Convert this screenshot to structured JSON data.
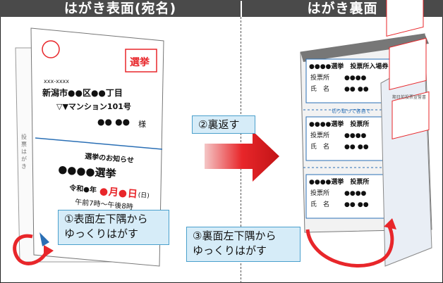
{
  "headers": {
    "front": "はがき表面(宛名)",
    "back": "はがき裏面"
  },
  "front": {
    "stamp": "選挙",
    "postal": "xxx-xxxx",
    "address1": "新潟市●●区●●丁目",
    "address2": "▽▼マンション101号",
    "name": "●● ●●",
    "sama": "様",
    "notice_title": "選挙のお知らせ",
    "election": "●●●●選挙",
    "date_prefix": "令和●年",
    "date_month_num": "●",
    "date_month": "月",
    "date_day_num": "●",
    "date_day": "日",
    "date_suffix": "(日)",
    "hours": "午前7時～午後8時",
    "side_text": "投 票 は が き"
  },
  "back": {
    "ticket_title": "●●●●選挙　投票所入場券",
    "place_label": "投票所",
    "place_value": "●●●●",
    "name_label": "氏　名",
    "name_value": "●● ●●",
    "cut_text": "切り取って各自で",
    "ticket_title_short": "●●●●選挙　投票所",
    "side_label": "期日前投票宣誓書"
  },
  "callouts": {
    "step1_line1": "①表面左下隅から",
    "step1_line2": "ゆっくりはがす",
    "step2": "②裏返す",
    "step3_line1": "③裏面左下隅から",
    "step3_line2": "ゆっくりはがす"
  },
  "colors": {
    "red": "#e8262a",
    "blue": "#2a6fb5",
    "header": "#4a4a4a",
    "callout_bg": "#d6ecf8"
  }
}
